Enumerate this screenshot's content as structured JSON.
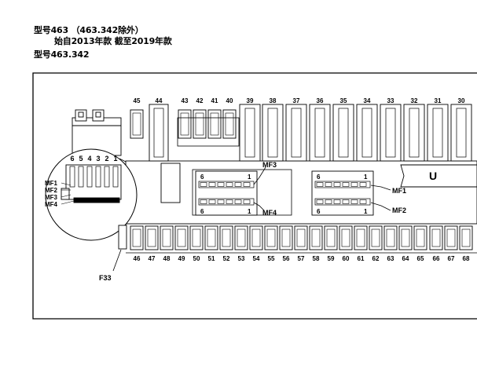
{
  "header": {
    "line1": "型号463 （463.342除外）",
    "line2": "始自2013年款 截至2019年款",
    "line3": "型号463.342"
  },
  "top_fuses": [
    "45",
    "44",
    "43",
    "42",
    "41",
    "40",
    "39",
    "38",
    "37",
    "36",
    "35",
    "34",
    "33",
    "32",
    "31",
    "30"
  ],
  "bottom_fuses": [
    "46",
    "47",
    "48",
    "49",
    "50",
    "51",
    "52",
    "53",
    "54",
    "55",
    "56",
    "57",
    "58",
    "59",
    "60",
    "61",
    "62",
    "63",
    "64",
    "65",
    "66",
    "67",
    "68"
  ],
  "relay_labels": {
    "u": "U"
  },
  "connector_labels": [
    "MF3",
    "MF4",
    "MF1",
    "MF2"
  ],
  "block_pin_labels": {
    "left": "6",
    "right": "1"
  },
  "callout": {
    "pins": [
      "6",
      "5",
      "4",
      "3",
      "2",
      "1"
    ],
    "labels": [
      "MF1",
      "MF2",
      "MF3",
      "MF4"
    ]
  },
  "f33_label": "F33"
}
